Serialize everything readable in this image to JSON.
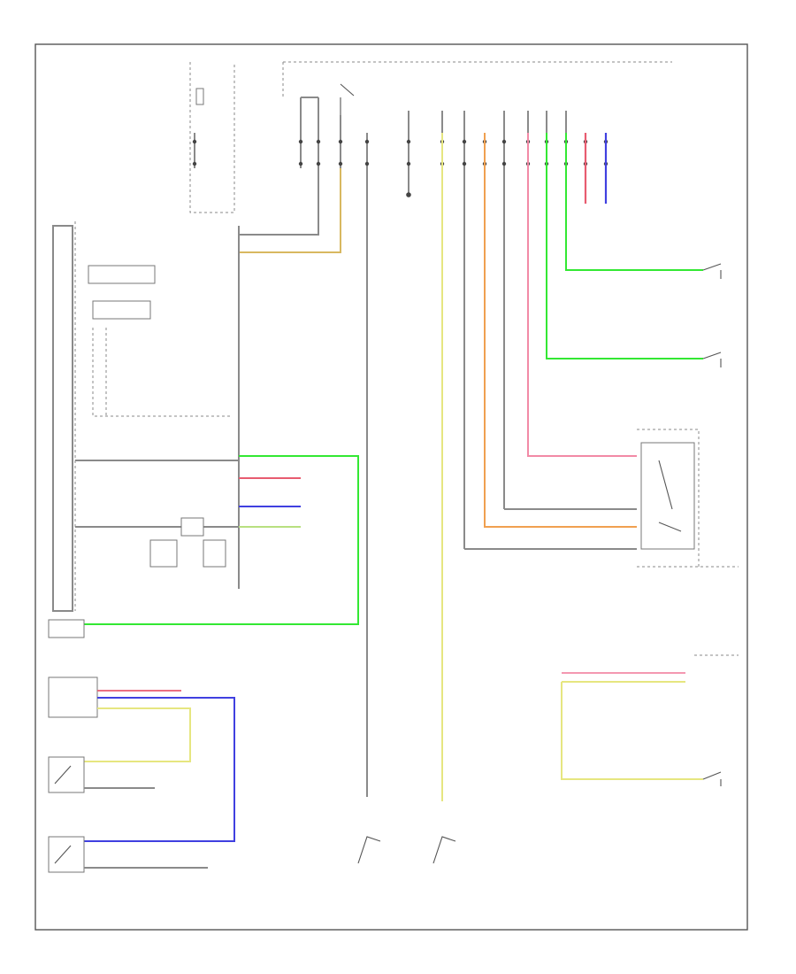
{
  "colors": {
    "background": "#ffffff",
    "frame": "#555555",
    "wire_gray": "#8a8a8a",
    "wire_green": "#33e833",
    "wire_yellow": "#e6e680",
    "wire_tan": "#d8b860",
    "wire_orange": "#f0a050",
    "wire_pink": "#f28aa6",
    "wire_red": "#e85c70",
    "wire_blue": "#4040e0",
    "wire_light_green": "#b8e080",
    "wire_black": "#444444"
  },
  "components": [
    {
      "id": "fuse-relay-box",
      "icon": "fuse-icon"
    },
    {
      "id": "ignition-switch",
      "icon": "switch-icon"
    },
    {
      "id": "gauge-assembly",
      "icon": "gauge-icon"
    },
    {
      "id": "buzzer",
      "icon": "speaker-icon"
    },
    {
      "id": "parking-brake-switch",
      "icon": "switch-icon"
    },
    {
      "id": "headlight-switch",
      "icon": "switch-icon"
    },
    {
      "id": "driver-door-switch",
      "icon": "switch-icon"
    },
    {
      "id": "passenger-door-switch",
      "icon": "switch-icon"
    },
    {
      "id": "combination-light-switch",
      "icon": "switch-icon"
    },
    {
      "id": "seat-belt-switch",
      "icon": "switch-icon"
    },
    {
      "id": "oil-pressure-switch",
      "icon": "switch-icon"
    }
  ]
}
